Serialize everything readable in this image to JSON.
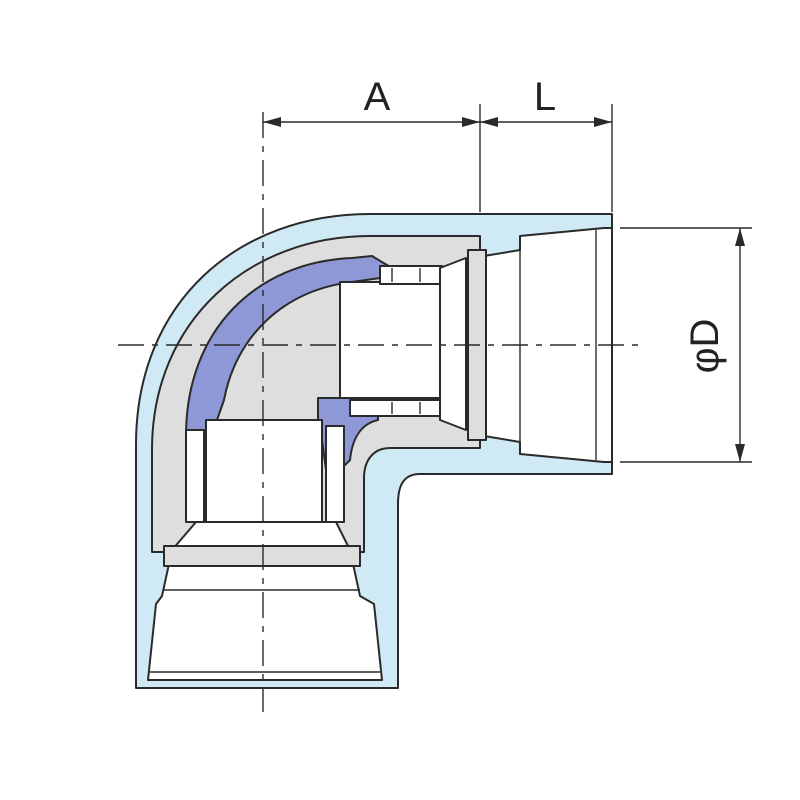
{
  "labels": {
    "dim_a": "A",
    "dim_l": "L",
    "dim_d": "φD"
  },
  "colors": {
    "outer_body": "#cfe9f5",
    "middle_layer": "#dedede",
    "inner_insert": "#8e98d6",
    "bore": "#ffffff",
    "line": "#2a2a2a"
  }
}
